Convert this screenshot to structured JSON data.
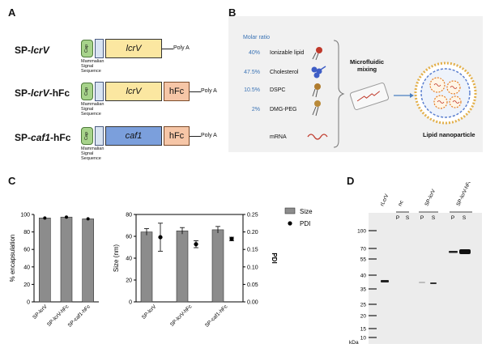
{
  "panels": {
    "a": "A",
    "b": "B",
    "c": "C",
    "d": "D"
  },
  "panel_a": {
    "cap_label": "Cap",
    "signal_label": "Mammalian\nSignal\nSequence",
    "polyA_label": "Poly A",
    "hfc_label": "hFc",
    "constructs": [
      {
        "prefix": "SP-",
        "gene": "lcrV",
        "suffix": "",
        "gene_label": "lcrV",
        "gene_color": "#fbe7a1"
      },
      {
        "prefix": "SP-",
        "gene": "lcrV",
        "suffix": "-hFc",
        "gene_label": "lcrV",
        "gene_color": "#fbe7a1"
      },
      {
        "prefix": "SP-",
        "gene": "caf1",
        "suffix": "-hFc",
        "gene_label": "caf1",
        "gene_color": "#7b9fdc"
      }
    ]
  },
  "panel_b": {
    "molar_ratio_title": "Molar ratio",
    "components": [
      {
        "pct": "40%",
        "name": "Ionizable lipid"
      },
      {
        "pct": "47.5%",
        "name": "Cholesterol"
      },
      {
        "pct": "10.5%",
        "name": "DSPC"
      },
      {
        "pct": "2%",
        "name": "DMG-PEG"
      },
      {
        "pct": "",
        "name": "mRNA"
      }
    ],
    "mixing_label": "Microfluidic\nmixing",
    "product_label": "Lipid nanoparticle",
    "colors": {
      "ionizable": "#c0392b",
      "cholesterol": "#3f5ec6",
      "dspc": "#b07c2e",
      "peg": "#b98a3a",
      "mrna": "#c0392b"
    }
  },
  "panel_c": {
    "chart_data": [
      {
        "type": "bar",
        "ylabel": "% encapsulation",
        "ylim": [
          0,
          100
        ],
        "yticks": [
          0,
          20,
          40,
          60,
          80,
          100
        ],
        "categories": [
          "SP-lcrV",
          "SP-lcrV-hFc",
          "SP-caf1-hFc"
        ],
        "values": [
          96,
          97,
          95
        ],
        "errors": [
          1,
          1,
          1
        ],
        "bar_color": "#8c8c8c",
        "grid": false
      },
      {
        "type": "bar",
        "ylabel": "Size (nm)",
        "y2label": "PDI",
        "ylim": [
          0,
          80
        ],
        "y2lim": [
          0,
          0.25
        ],
        "yticks": [
          0,
          20,
          40,
          60,
          80
        ],
        "y2ticks": [
          "0.00",
          "0.05",
          "0.10",
          "0.15",
          "0.20",
          "0.25"
        ],
        "categories": [
          "SP-lcrV",
          "SP-lcrV-hFc",
          "SP-caf1-hFc"
        ],
        "series": [
          {
            "name": "Size",
            "values": [
              64,
              65,
              66
            ],
            "errors": [
              3,
              3,
              3
            ]
          },
          {
            "name": "PDI",
            "values": [
              0.185,
              0.165,
              0.18
            ],
            "errors": [
              0.04,
              0.01,
              0.005
            ]
          }
        ],
        "legend_position": "top-right",
        "bar_color": "#8c8c8c",
        "grid": false
      }
    ]
  },
  "panel_d": {
    "lane_headers": [
      "rLcrV",
      "nc",
      "SP-lcrV",
      "SP-lcrV-hFc"
    ],
    "ps_labels": [
      "P",
      "S",
      "P",
      "S",
      "P",
      "S"
    ],
    "markers": [
      "100",
      "70",
      "55",
      "40",
      "35",
      "25",
      "20",
      "15",
      "10"
    ],
    "kda_label": "kDa"
  }
}
